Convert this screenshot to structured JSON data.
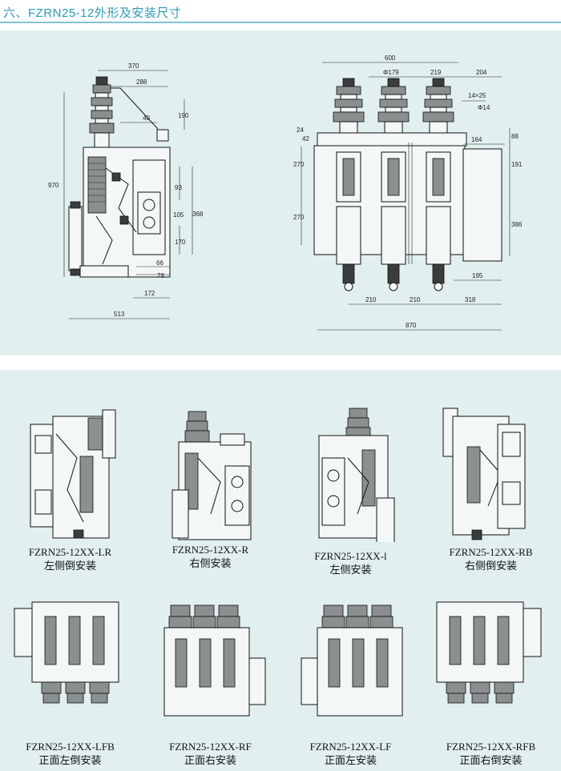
{
  "title": "六、FZRN25-12外形及安装尺寸",
  "side_view": {
    "dims": {
      "w370": "370",
      "w288": "288",
      "w40": "40",
      "h190": "190",
      "h970": "970",
      "h93": "93",
      "h105": "105",
      "h368": "368",
      "h170": "170",
      "w66": "66",
      "w78": "78",
      "w172": "172",
      "w513": "513"
    }
  },
  "front_view": {
    "dims": {
      "w600": "600",
      "phi179": "Φ179",
      "w219": "219",
      "w204": "204",
      "hole": "14×25",
      "phi14": "Φ14",
      "h24": "24",
      "h42": "42",
      "w164": "164",
      "h88": "88",
      "h270a": "270",
      "h191": "191",
      "h270b": "270",
      "h386": "386",
      "w195": "195",
      "w210a": "210",
      "w210b": "210",
      "w318": "318",
      "w870": "870"
    }
  },
  "variants": [
    {
      "model": "FZRN25-12XX-LR",
      "desc": "左侧倒安装"
    },
    {
      "model": "FZRN25-12XX-R",
      "desc": "右侧安装"
    },
    {
      "model": "FZRN25-12XX-l",
      "desc": "左侧安装"
    },
    {
      "model": "FZRN25-12XX-RB",
      "desc": "右侧倒安装"
    },
    {
      "model": "FZRN25-12XX-LFB",
      "desc": "正面左倒安装"
    },
    {
      "model": "FZRN25-12XX-RF",
      "desc": "正面右安装"
    },
    {
      "model": "FZRN25-12XX-LF",
      "desc": "正面左安装"
    },
    {
      "model": "FZRN25-12XX-RFB",
      "desc": "正面右倒安装"
    }
  ],
  "colors": {
    "accent": "#2d9bb5",
    "panel": "#e1efef",
    "rule": "#7cc3d3"
  }
}
